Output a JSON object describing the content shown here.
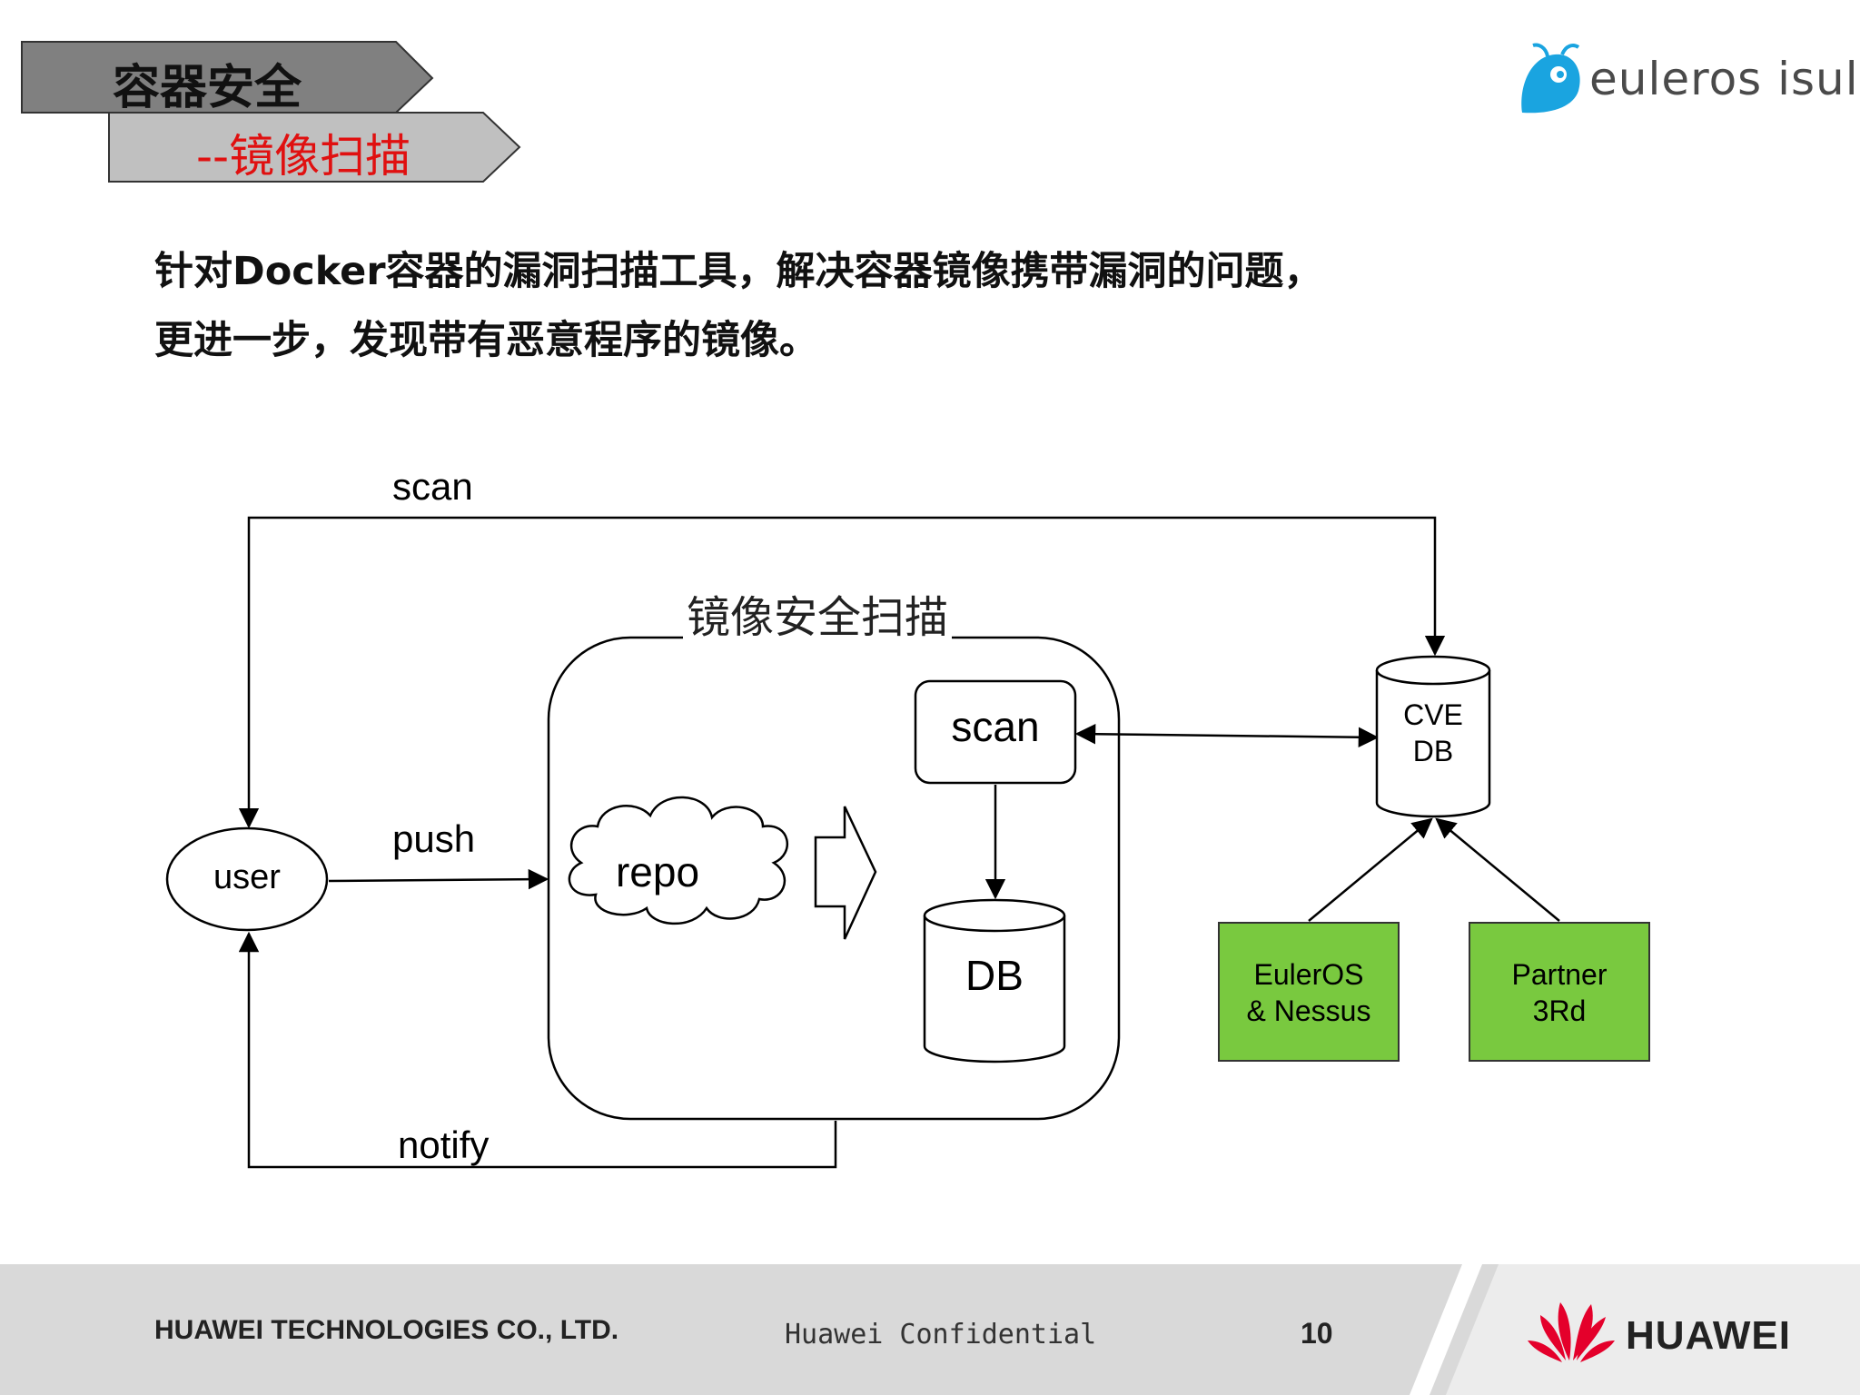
{
  "header": {
    "title": "容器安全",
    "subtitle": "--镜像扫描",
    "brand": "euleros isula"
  },
  "intro": {
    "line1": "针对Docker容器的漏洞扫描工具，解决容器镜像携带漏洞的问题，",
    "line2": "更进一步，发现带有恶意程序的镜像。"
  },
  "diagram": {
    "container_title": "镜像安全扫描",
    "nodes": {
      "user": "user",
      "repo": "repo",
      "scan": "scan",
      "db": "DB",
      "cve_db_line1": "CVE",
      "cve_db_line2": "DB",
      "euleros_line1": "EulerOS",
      "euleros_line2": "& Nessus",
      "partner_line1": "Partner",
      "partner_line2": "3Rd"
    },
    "edges": {
      "scan_top": "scan",
      "push": "push",
      "notify": "notify"
    },
    "colors": {
      "green_box": "#79c93f",
      "banner_dark": "#808080",
      "banner_light": "#c0c0c0",
      "subtitle_red": "#e01010",
      "logo_blue": "#1aa4e0"
    }
  },
  "footer": {
    "company": "HUAWEI TECHNOLOGIES CO., LTD.",
    "confidential": "Huawei Confidential",
    "page": "10",
    "logo_text": "HUAWEI"
  }
}
